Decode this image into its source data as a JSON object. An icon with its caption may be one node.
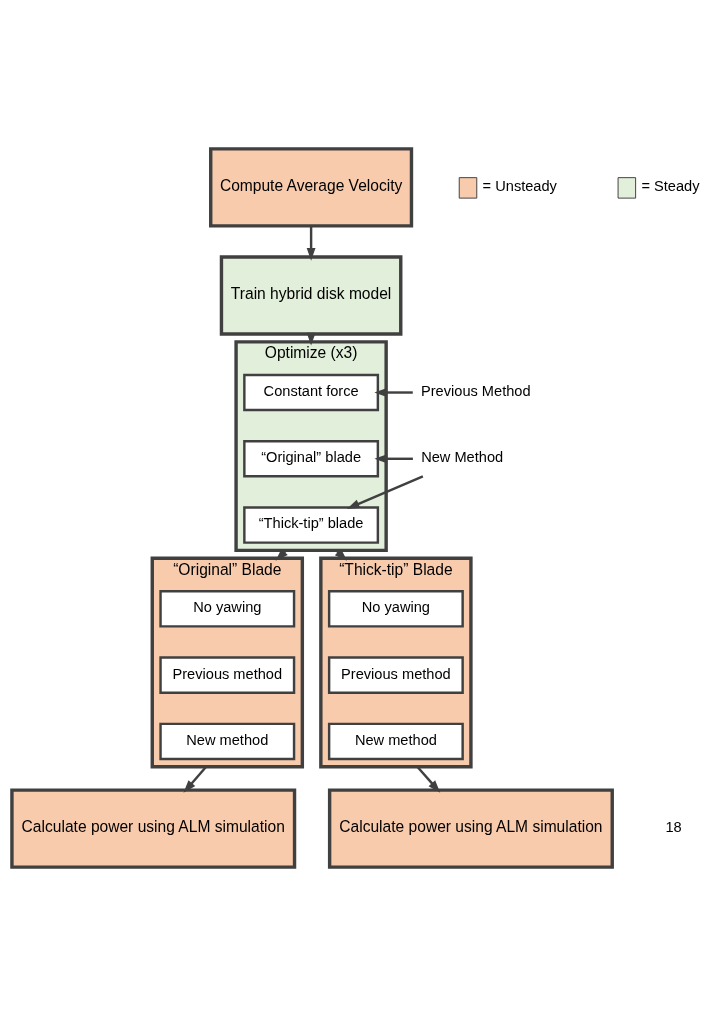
{
  "diagram": {
    "nodes": [
      {
        "text": [
          "Compute Average Velocity"
        ]
      },
      {
        "text": [
          "Train hybrid disk model"
        ]
      },
      {
        "text": [
          "Optimize (x3)"
        ]
      },
      {
        "text": [
          "Constant force"
        ],
        "in": 2
      },
      {
        "text": [
          "“Original” blade"
        ],
        "in": 2
      },
      {
        "text": [
          "“Thick-tip” blade"
        ],
        "in": 2
      },
      {
        "text": [
          "Previous Method"
        ]
      },
      {
        "text": [
          "New Method"
        ]
      },
      {
        "text": [
          "“Original” Blade"
        ]
      },
      {
        "text": [
          "No yawing"
        ],
        "in": 8
      },
      {
        "text": [
          "Previous method"
        ],
        "in": 8
      },
      {
        "text": [
          "New method"
        ],
        "in": 8
      },
      {
        "text": [
          "“Thick-tip” Blade"
        ]
      },
      {
        "text": [
          "No yawing"
        ],
        "in": 12
      },
      {
        "text": [
          "Previous method"
        ],
        "in": 12
      },
      {
        "text": [
          "New method"
        ],
        "in": 12
      },
      {
        "text": [
          "Calculate power using ALM simulation"
        ]
      },
      {
        "text": [
          "Calculate power using ALM simulation"
        ]
      }
    ],
    "edges": [
      {
        "from": 0,
        "to": 1,
        "arrow": "to"
      },
      {
        "from": 1,
        "to": 2,
        "arrow": "to"
      },
      {
        "from": 6,
        "to": 3,
        "arrow": "to"
      },
      {
        "from": 7,
        "to": 4,
        "arrow": "to"
      },
      {
        "from": 7,
        "to": 5,
        "arrow": "to"
      },
      {
        "from": 2,
        "to": 8,
        "arrow": "to"
      },
      {
        "from": 2,
        "to": 12,
        "arrow": "to"
      },
      {
        "from": 8,
        "to": 16,
        "arrow": "to"
      },
      {
        "from": 12,
        "to": 17,
        "arrow": "to"
      }
    ],
    "labels": [
      "18"
    ],
    "legend": [
      {
        "text": "= Unsteady",
        "color": "#f8cbad"
      },
      {
        "text": "= Steady",
        "color": "#e2efda"
      }
    ]
  }
}
